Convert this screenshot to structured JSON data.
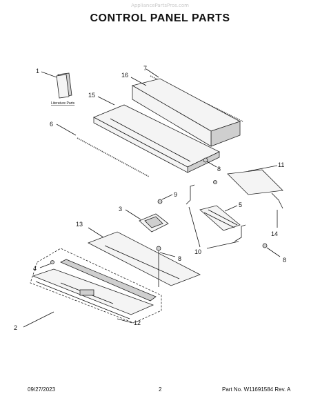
{
  "watermark": "AppliancePartsPros.com",
  "title": "CONTROL PANEL PARTS",
  "literature_label": "Literature Parts",
  "callouts": {
    "c1": "1",
    "c2": "2",
    "c3": "3",
    "c4": "4",
    "c5": "5",
    "c6": "6",
    "c7": "7",
    "c8a": "8",
    "c8b": "8",
    "c8c": "8",
    "c9": "9",
    "c10": "10",
    "c11": "11",
    "c12": "12",
    "c13": "13",
    "c14": "14",
    "c15": "15",
    "c16": "16"
  },
  "footer": {
    "date": "09/27/2023",
    "page": "2",
    "part_no": "Part No. W11691584  Rev. A"
  }
}
